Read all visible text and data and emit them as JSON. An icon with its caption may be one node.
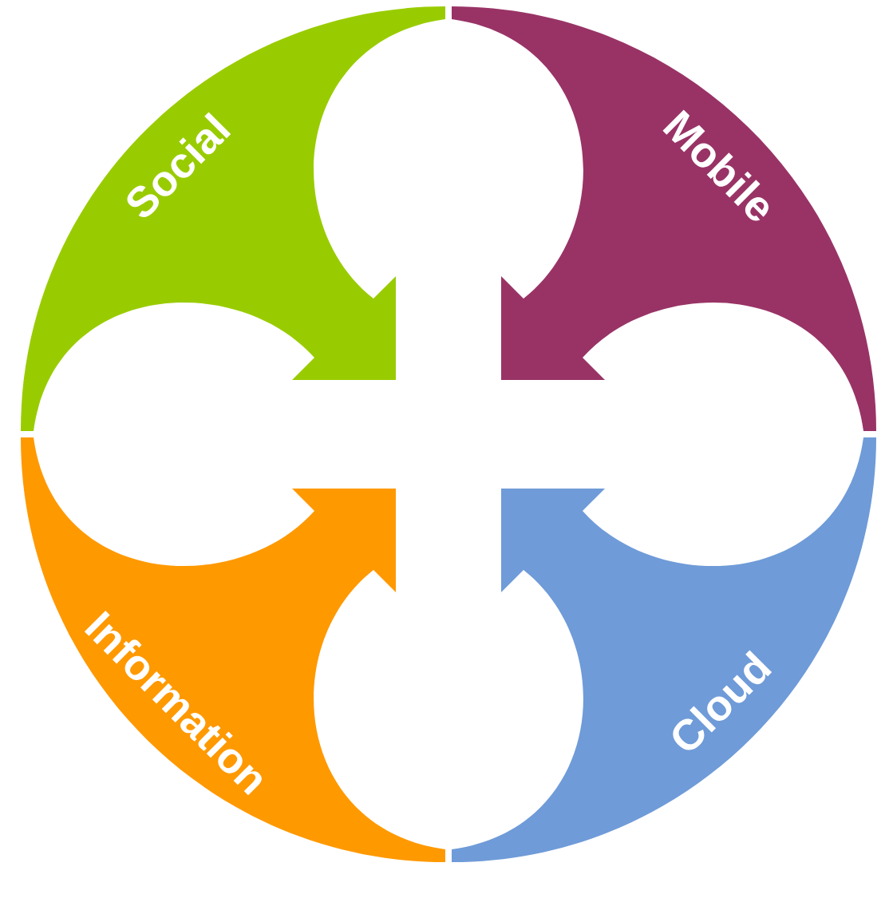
{
  "diagram": {
    "nodes": [
      {
        "text": [
          "Social"
        ]
      },
      {
        "text": [
          "Mobile"
        ]
      },
      {
        "text": [
          "Information"
        ]
      },
      {
        "text": [
          "Cloud"
        ]
      }
    ]
  }
}
